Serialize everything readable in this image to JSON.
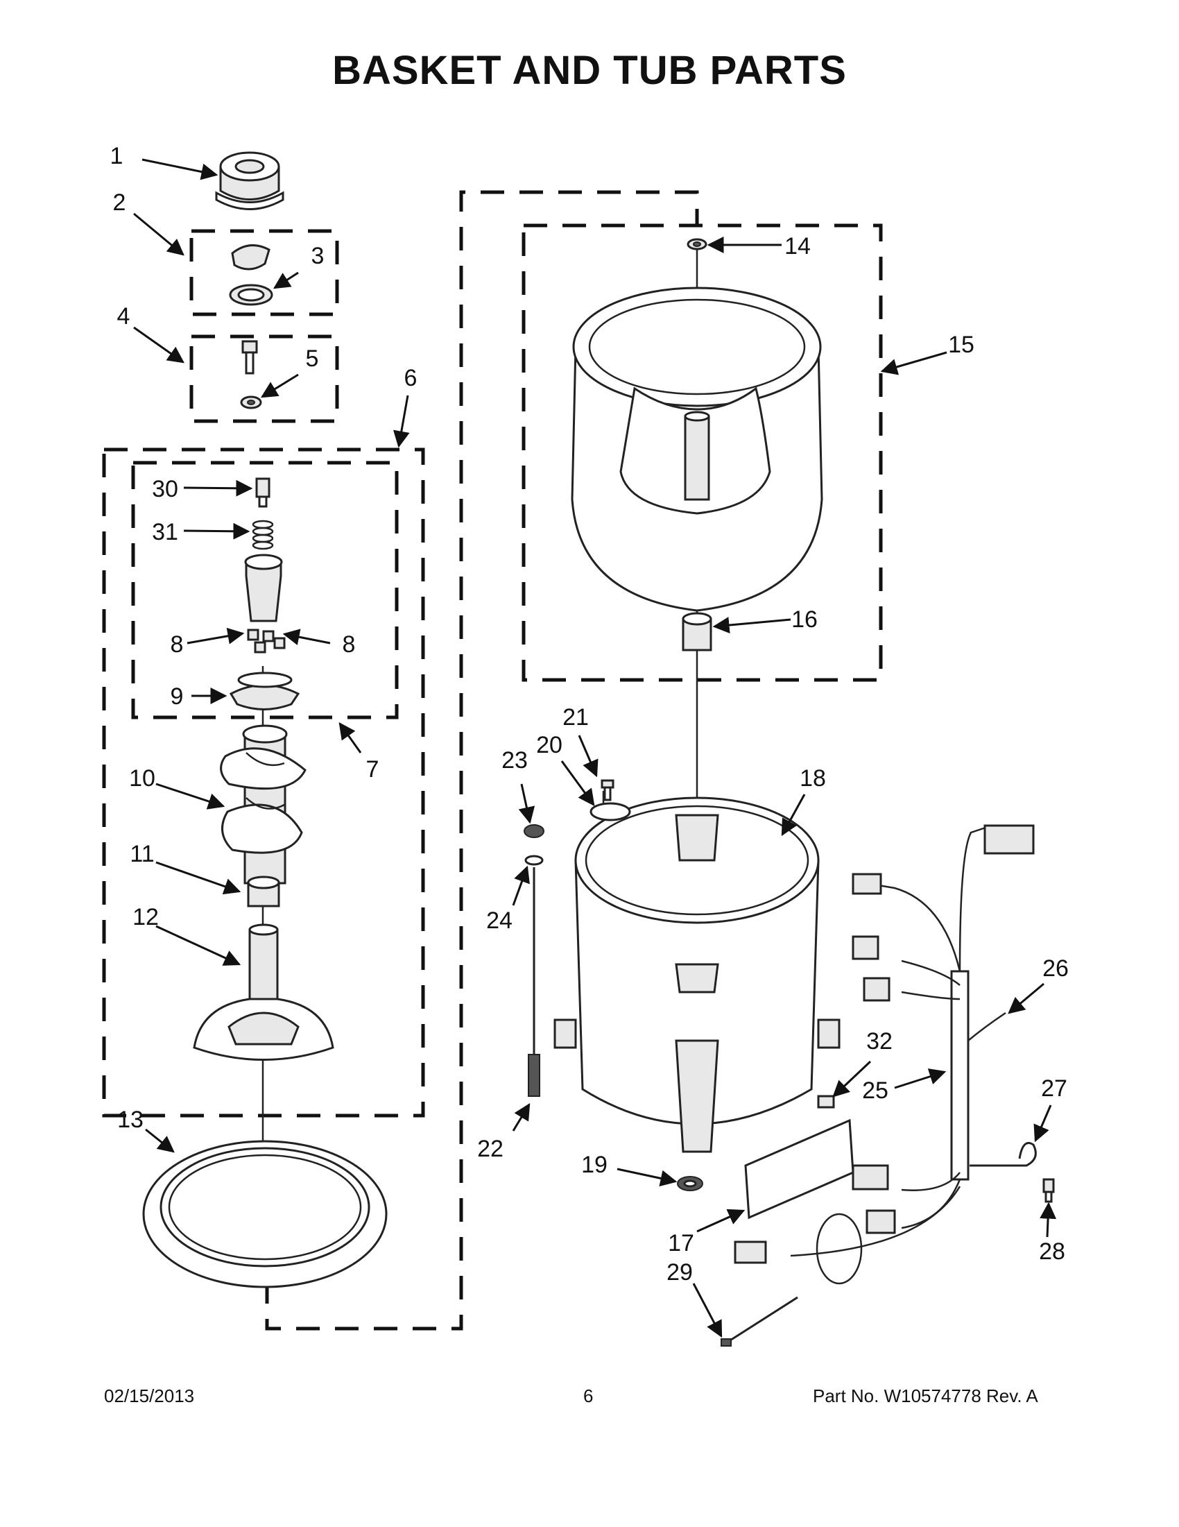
{
  "title": "BASKET AND TUB PARTS",
  "callouts": [
    "1",
    "2",
    "3",
    "4",
    "5",
    "6",
    "7",
    "8",
    "8",
    "9",
    "10",
    "11",
    "12",
    "13",
    "14",
    "15",
    "16",
    "17",
    "18",
    "19",
    "20",
    "21",
    "22",
    "23",
    "24",
    "25",
    "26",
    "27",
    "28",
    "29",
    "30",
    "31",
    "32"
  ],
  "footer": {
    "date": "02/15/2013",
    "page": "6",
    "part_no": "Part No.  W10574778  Rev.  A"
  }
}
